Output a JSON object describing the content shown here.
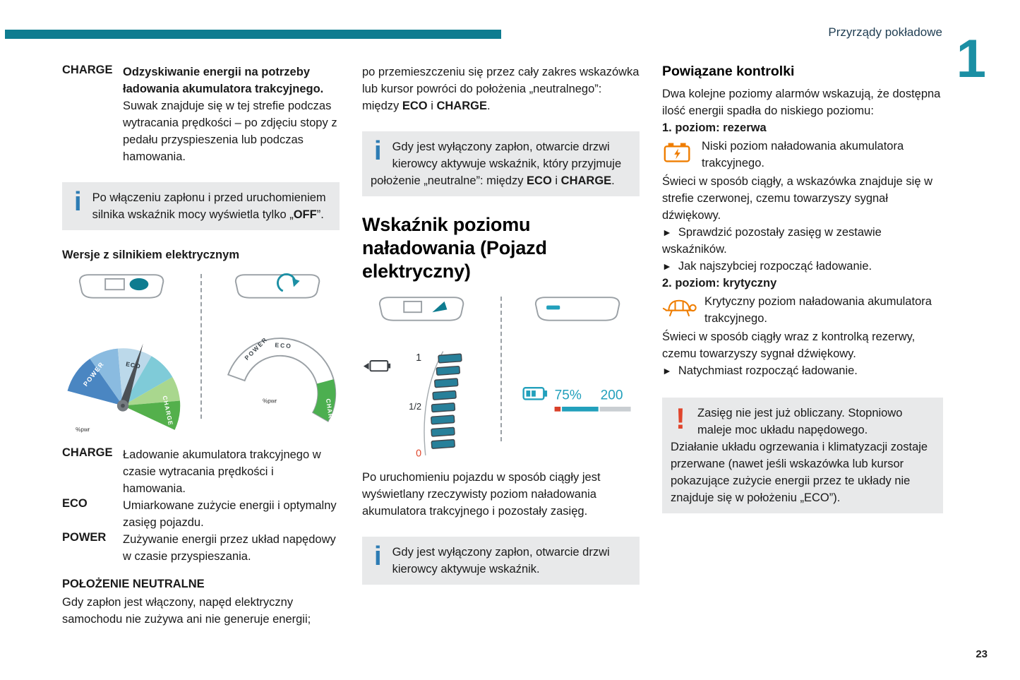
{
  "header": {
    "title": "Przyrządy pokładowe",
    "chapter": "1",
    "page_number": "23"
  },
  "ui": {
    "bullet": "►"
  },
  "colors": {
    "accent_teal": "#0e7c90",
    "chapter_teal": "#1b8fa4",
    "info_blue": "#2d7cb4",
    "warning_red": "#e0452c",
    "icon_orange": "#ef7d00",
    "gauge_teal": "#22a0bc",
    "gauge_green": "#4caf50"
  },
  "col1": {
    "charge_block": {
      "term": "CHARGE",
      "bold": "Odzyskiwanie energii na potrzeby ładowania akumulatora trakcyjnego.",
      "text": "Suwak znajduje się w tej strefie podczas wytracania prędkości – po zdjęciu stopy z pedału przyspieszenia lub podczas hamowania."
    },
    "info_box": {
      "pre": "Po włączeniu zapłonu i przed uruchomieniem silnika wskaźnik mocy wyświetla tylko „",
      "bold": "OFF",
      "post": "”."
    },
    "heading_electric": "Wersje z silnikiem elektrycznym",
    "definitions": [
      {
        "term": "CHARGE",
        "desc": "Ładowanie akumulatora trakcyjnego w czasie wytracania prędkości i hamowania."
      },
      {
        "term": "ECO",
        "desc": "Umiarkowane zużycie energii i optymalny zasięg pojazdu."
      },
      {
        "term": "POWER",
        "desc": "Zużywanie energii przez układ napędowy w czasie przyspieszania."
      }
    ],
    "heading_neutral": "POŁOŻENIE NEUTRALNE",
    "neutral_text": "Gdy zapłon jest włączony, napęd elektryczny samochodu nie zużywa ani nie generuje energii;"
  },
  "col2": {
    "continuation": {
      "pre": "po przemieszczeniu się przez cały zakres wskazówka lub kursor powróci do położenia „neutralnego”: między ",
      "eco": "ECO",
      "mid": " i ",
      "charge": "CHARGE",
      "post": "."
    },
    "info_box1": {
      "pre": "Gdy jest wyłączony zapłon, otwarcie drzwi kierowcy aktywuje wskaźnik, który przyjmuje położenie „neutralne”: między ",
      "eco": "ECO",
      "mid": " i ",
      "charge": "CHARGE",
      "post": "."
    },
    "section_title": "Wskaźnik poziomu naładowania (Pojazd elektryczny)",
    "para": "Po uruchomieniu pojazdu w sposób ciągły jest wyświetlany rzeczywisty poziom naładowania akumulatora trakcyjnego i pozostały zasięg.",
    "info_box2": "Gdy jest wyłączony zapłon, otwarcie drzwi kierowcy aktywuje wskaźnik."
  },
  "col3": {
    "heading": "Powiązane kontrolki",
    "intro": "Dwa kolejne poziomy alarmów wskazują, że dostępna ilość energii spadła do niskiego poziomu:",
    "level1": {
      "title": "1. poziom: rezerwa",
      "icon_text": "Niski poziom naładowania akumulatora trakcyjnego.",
      "text": "Świeci w sposób ciągły, a wskazówka znajduje się w strefie czerwonej, czemu towarzyszy sygnał dźwiękowy.",
      "bullets": [
        "Sprawdzić pozostały zasięg w zestawie wskaźników.",
        "Jak najszybciej rozpocząć ładowanie."
      ]
    },
    "level2": {
      "title": "2. poziom: krytyczny",
      "icon_text": "Krytyczny poziom naładowania akumulatora trakcyjnego.",
      "text": "Świeci w sposób ciągły wraz z kontrolką rezerwy, czemu towarzyszy sygnał dźwiękowy.",
      "bullets": [
        "Natychmiast rozpocząć ładowanie."
      ]
    },
    "warning_box": {
      "line1": "Zasięg nie jest już obliczany. Stopniowo maleje moc układu napędowego.",
      "line2": "Działanie układu ogrzewania i klimatyzacji zostaje przerwane (nawet jeśli wskazówka lub kursor pokazujące zużycie energii przez te układy nie znajduje się w położeniu „ECO”)."
    }
  },
  "figures": {
    "power_gauge": {
      "power": "POWER",
      "eco": "ECO",
      "charge": "CHARGE",
      "pwr": "%pwr"
    },
    "arc_gauge": {
      "power": "POWER",
      "eco": "ECO",
      "charge": "CHARGE",
      "pwr": "%pwr"
    },
    "charge_level": {
      "full": "1",
      "half": "1/2",
      "empty": "0"
    },
    "range": {
      "percent": "75%",
      "distance": "200"
    }
  }
}
